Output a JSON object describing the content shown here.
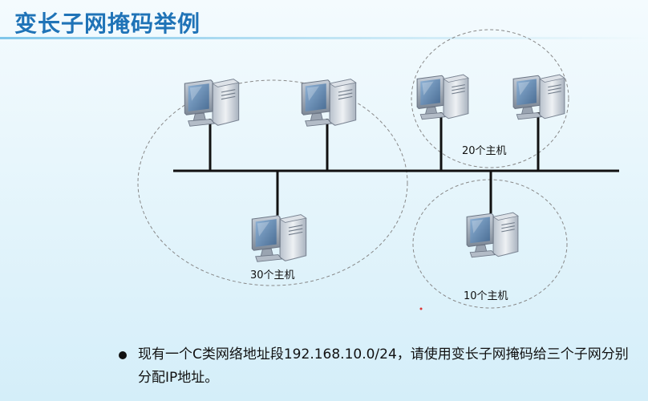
{
  "page": {
    "title": "变长子网掩码举例",
    "task": "现有一个C类网络地址段192.168.10.0/24，请使用变长子网掩码给三个子网分别分配IP地址。"
  },
  "groups": [
    {
      "name": "group-30",
      "label": "30个主机",
      "hosts": 3
    },
    {
      "name": "group-20",
      "label": "20个主机",
      "hosts": 2
    },
    {
      "name": "group-10",
      "label": "10个主机",
      "hosts": 1
    }
  ],
  "colors": {
    "title": "#1f73b7",
    "bus": "#111111",
    "ellipse": "#888888",
    "monitor_frame": "#8e98a6",
    "screen": "#5e7fa3"
  },
  "icons": {
    "host": "computer-icon"
  }
}
